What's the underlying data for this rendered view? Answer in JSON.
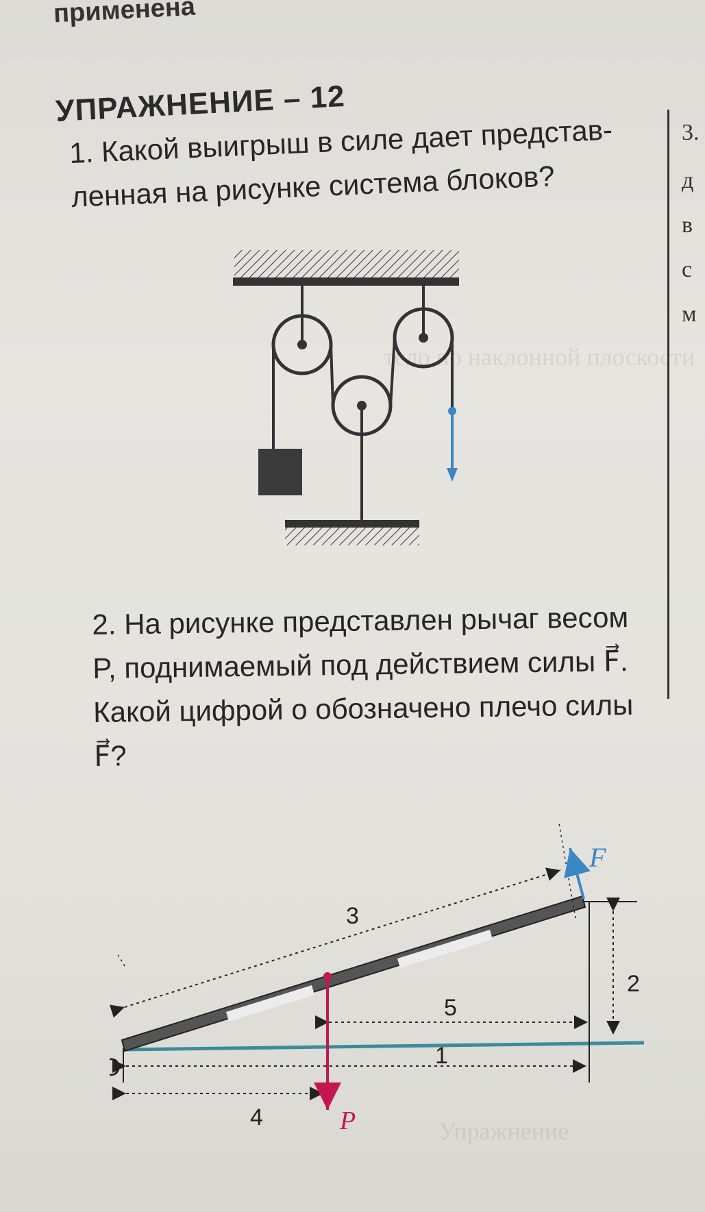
{
  "header": {
    "top_fragment": "применена",
    "title": "УПРАЖНЕНИЕ – 12"
  },
  "question1": {
    "line1": "1. Какой выигрыш в силе дает представ-",
    "line2": "ленная на рисунке система блоков?"
  },
  "question2": {
    "line1": "2. На рисунке представлен рычаг весом",
    "line2": "P, поднимаемый под действием силы F⃗.",
    "line3": "Какой цифрой о обозначено плечо силы",
    "line4": "F⃗?"
  },
  "right_column": {
    "number": "3.",
    "fragments": [
      "д",
      "в",
      "с",
      "м"
    ]
  },
  "lever_figure": {
    "force_label": "F",
    "weight_label": "P",
    "pivot_label": "O",
    "labels": [
      "1",
      "2",
      "3",
      "4",
      "5"
    ]
  },
  "colors": {
    "ink": "#262626",
    "force_arrow": "#3b86c4",
    "weight_arrow": "#c4174f",
    "ground_line": "#3d8b9a"
  }
}
